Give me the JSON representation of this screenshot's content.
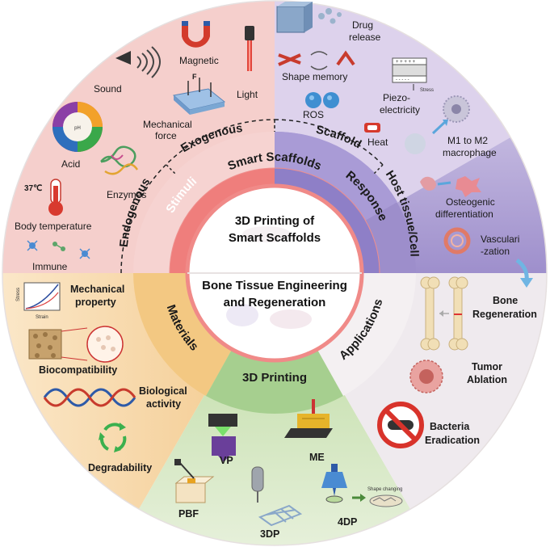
{
  "center": {
    "top_line1": "3D Printing of",
    "top_line2": "Smart Scaffolds",
    "bottom_line1": "Bone Tissue Engineering",
    "bottom_line2": "and Regeneration"
  },
  "inner_ring": {
    "smart_scaffolds": "Smart Scaffolds",
    "stimuli": "Stimuli",
    "response": "Response",
    "materials": "Materials",
    "printing": "3D Printing",
    "applications": "Applications"
  },
  "mid_ring": {
    "exogenous": "Exogenous",
    "endogenous": "Endogenous",
    "scaffold": "Scaffold",
    "host": "Host tissue/Cell"
  },
  "exogenous_items": {
    "magnetic": "Magnetic",
    "light": "Light",
    "sound": "Sound",
    "mechanical1": "Mechanical",
    "mechanical2": "force",
    "force_symbol": "F"
  },
  "endogenous_items": {
    "acid": "Acid",
    "ph": "pH",
    "temp_value": "37℃",
    "enzymes": "Enzymes",
    "body_temperature": "Body temperature",
    "immune": "Immune"
  },
  "scaffold_items": {
    "drug1": "Drug",
    "drug2": "release",
    "shape_memory": "Shape memory",
    "piezo1": "Piezo-",
    "piezo2": "electricity",
    "stress": "Stress",
    "plus_row": "+ + + + +",
    "minus_row": "- - - - -",
    "ros": "ROS",
    "heat": "Heat"
  },
  "host_items": {
    "m1a": "M1 to M2",
    "m1b": "macrophage",
    "osteo1": "Osteogenic",
    "osteo2": "differentiation",
    "vasc1": "Vasculari",
    "vasc2": "-zation"
  },
  "materials_items": {
    "mech1": "Mechanical",
    "mech2": "property",
    "stress_axis": "Stress",
    "strain_axis": "Strain",
    "biocompat": "Biocompatibility",
    "bio1": "Biological",
    "bio2": "activity",
    "degrad": "Degradability"
  },
  "printing_items": {
    "vp": "VP",
    "me": "ME",
    "pbf": "PBF",
    "tdp": "3DP",
    "fdp": "4DP",
    "shape_changing": "Shape changing"
  },
  "application_items": {
    "bone1": "Bone",
    "bone2": "Regeneration",
    "tumor1": "Tumor",
    "tumor2": "Ablation",
    "bact1": "Bacteria",
    "bact2": "Eradication"
  },
  "colors": {
    "exogenous_bg": "#f3c6c4",
    "scaffold_bg": "#d9ccea",
    "host_bg": "#a99bd1",
    "materials_bg": "#f6d7a4",
    "printing_bg": "#cfe2b8",
    "applications_bg": "#ece6ea",
    "smart_ring": "#ef7d7b",
    "response_ring": "#8f80c6",
    "materials_ring": "#f2c27a",
    "printing_ring": "#9ec98a",
    "applications_ring": "#f2eef0"
  }
}
